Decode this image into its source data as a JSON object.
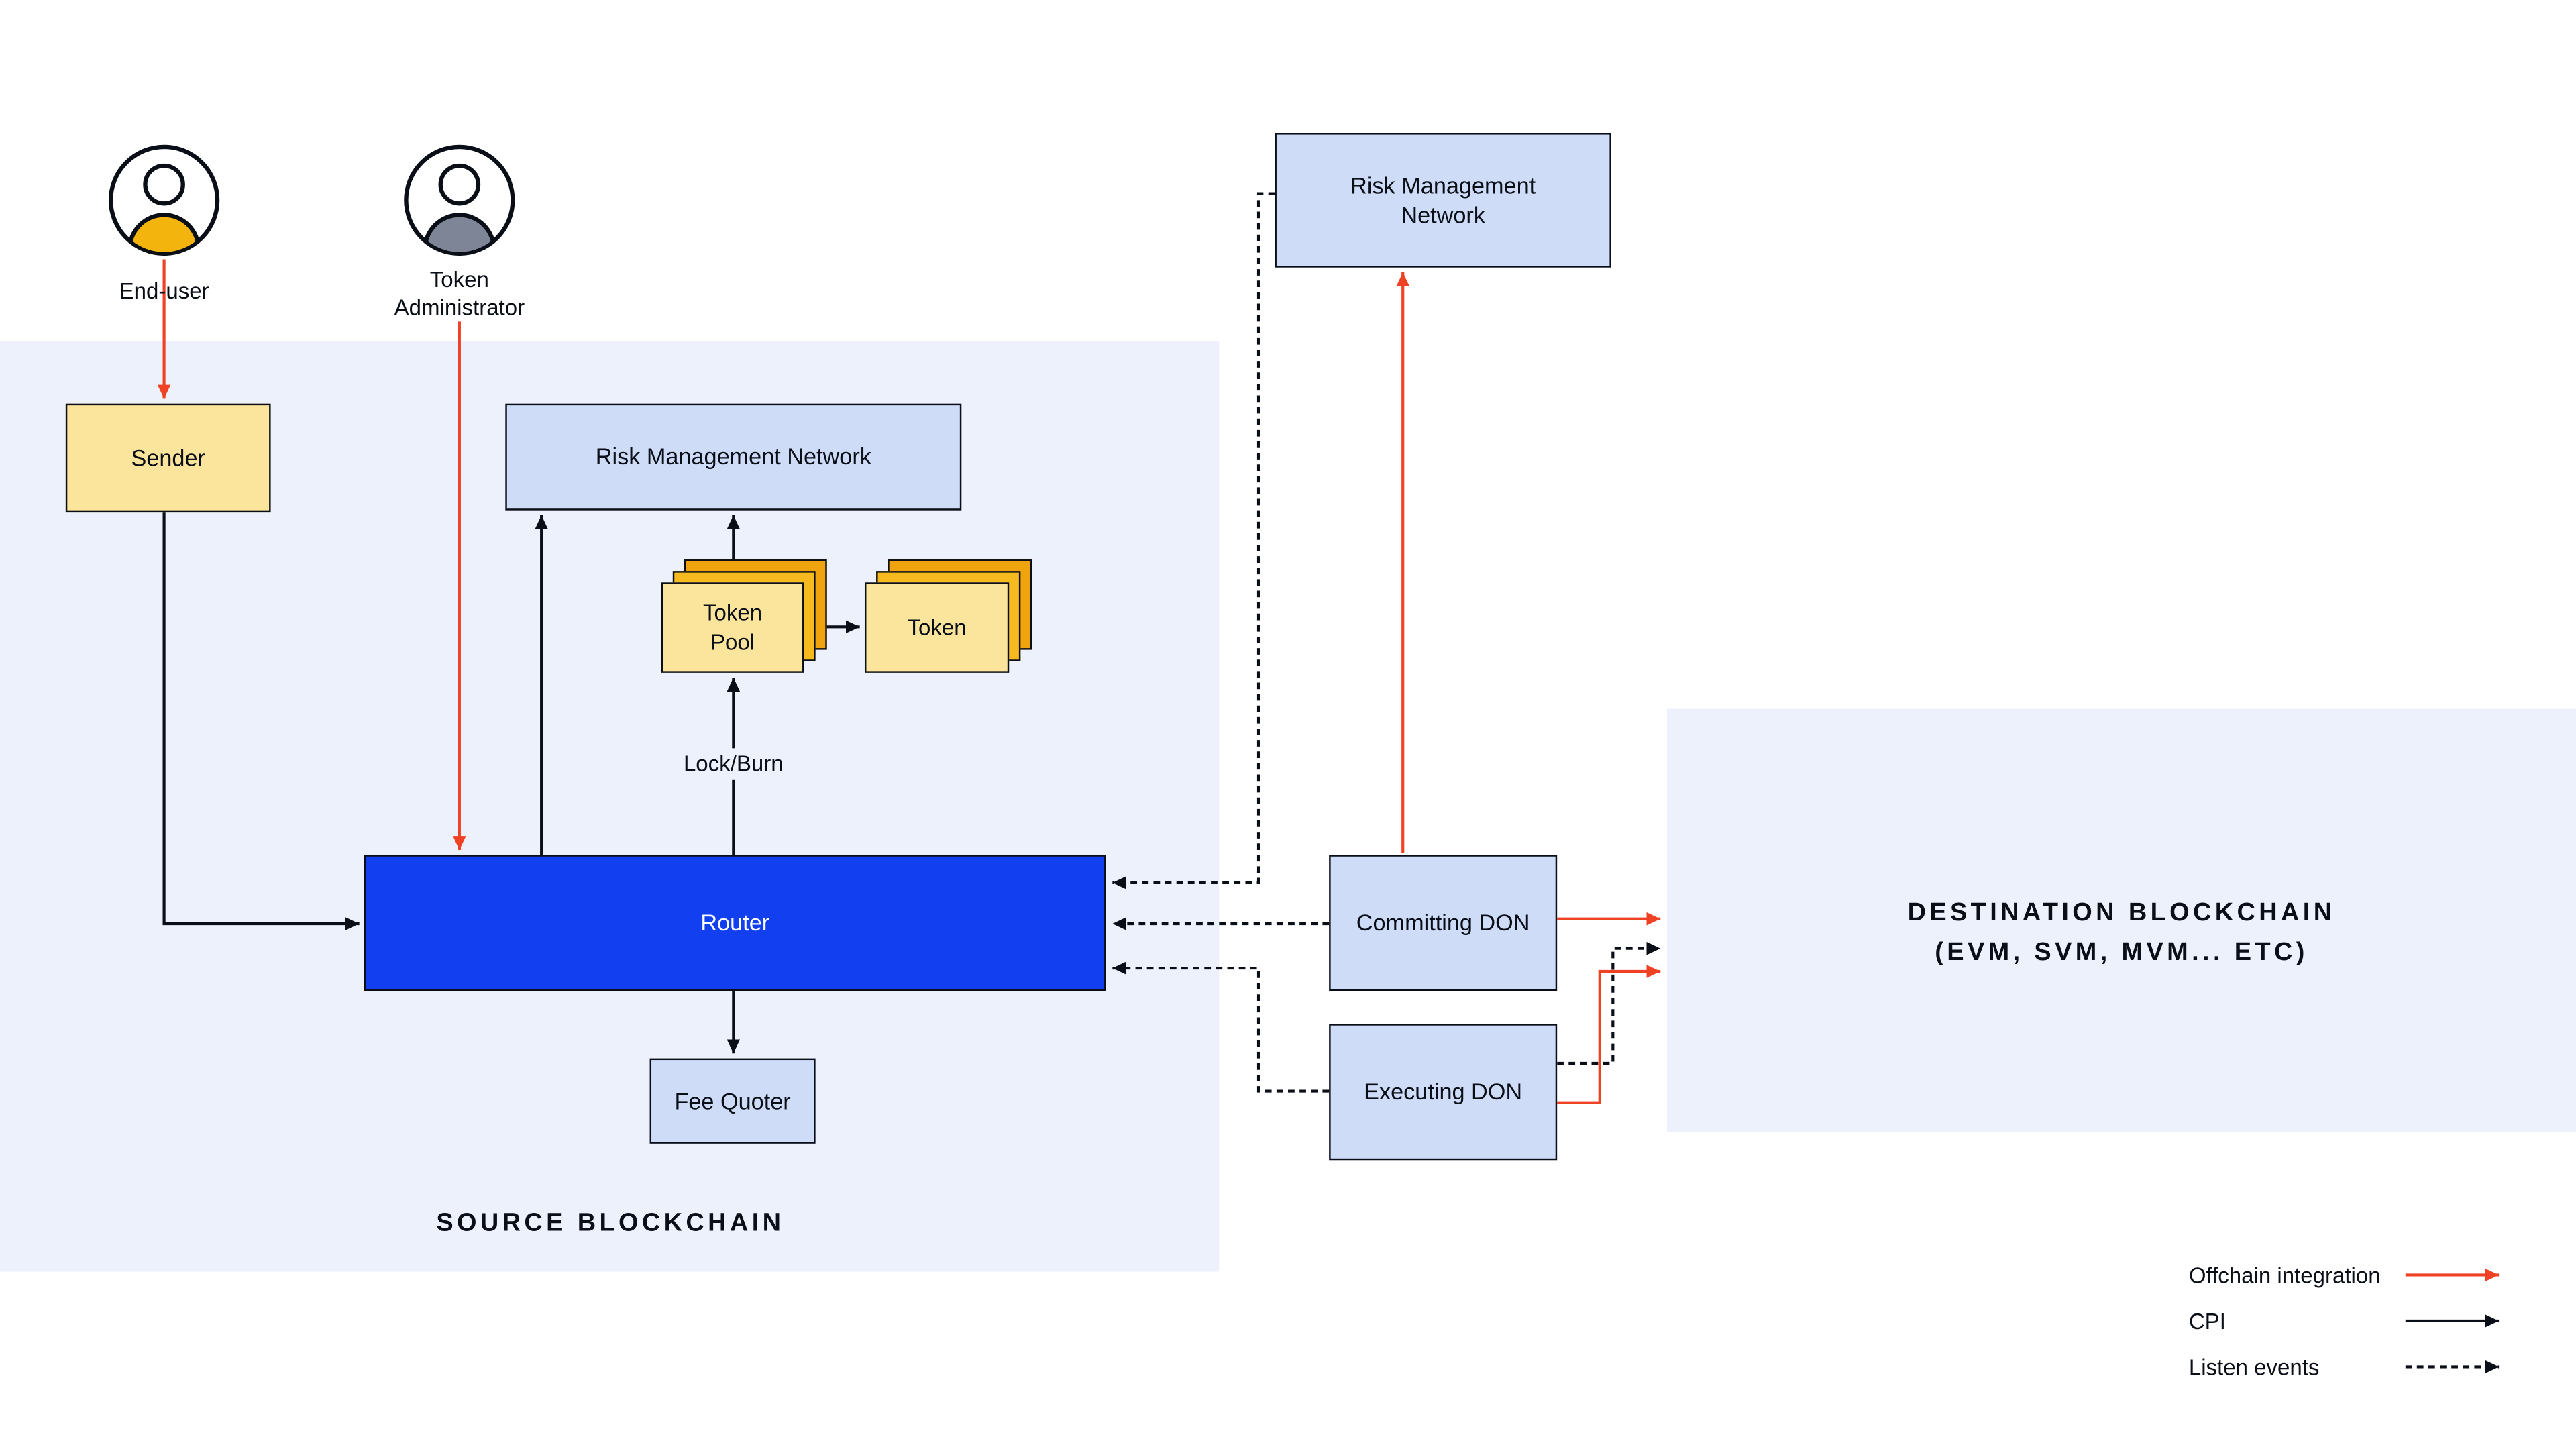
{
  "diagram": {
    "actors": {
      "end_user": "End-user",
      "token_administrator": "Token Administrator"
    },
    "source_chain": {
      "region_title": "SOURCE BLOCKCHAIN",
      "sender": "Sender",
      "risk_management_network": "Risk Management Network",
      "token_pool": "Token Pool",
      "token": "Token",
      "lock_burn_label": "Lock/Burn",
      "router": "Router",
      "fee_quoter": "Fee Quoter"
    },
    "offchain": {
      "risk_management_network": "Risk Management Network",
      "committing_don": "Committing DON",
      "executing_don": "Executing DON"
    },
    "destination_chain": {
      "region_title": "DESTINATION BLOCKCHAIN",
      "region_subtitle": "(EVM, SVM, MVM... ETC)"
    },
    "legend": {
      "offchain_integration": "Offchain integration",
      "cpi": "CPI",
      "listen_events": "Listen events"
    },
    "colors": {
      "region_bg": "#EDF1FB",
      "node_blue_bg": "#CEDCF8",
      "node_yellow_bg": "#FBE49B",
      "stack_amber": "#F7BA1E",
      "stack_orange": "#EFA30C",
      "router_blue": "#1240F0",
      "arrow_red": "#EF4123",
      "arrow_black": "#0A0E17",
      "end_user_fill": "#F3B40D",
      "admin_fill": "#7D8596"
    },
    "edges": [
      {
        "from": "End-user",
        "to": "Sender",
        "type": "offchain-integration"
      },
      {
        "from": "Token Administrator",
        "to": "Router",
        "type": "offchain-integration"
      },
      {
        "from": "Sender",
        "to": "Router",
        "type": "cpi"
      },
      {
        "from": "Router",
        "to": "Risk Management Network (source)",
        "type": "cpi"
      },
      {
        "from": "Router",
        "to": "Token Pool",
        "type": "cpi",
        "label": "Lock/Burn"
      },
      {
        "from": "Token Pool",
        "to": "Risk Management Network (source)",
        "type": "cpi"
      },
      {
        "from": "Token Pool",
        "to": "Token",
        "type": "cpi"
      },
      {
        "from": "Router",
        "to": "Fee Quoter",
        "type": "cpi"
      },
      {
        "from": "Risk Management Network (offchain)",
        "to": "Router",
        "type": "listen-events"
      },
      {
        "from": "Committing DON",
        "to": "Router",
        "type": "listen-events"
      },
      {
        "from": "Executing DON",
        "to": "Router",
        "type": "listen-events"
      },
      {
        "from": "Committing DON",
        "to": "Risk Management Network (offchain)",
        "type": "offchain-integration"
      },
      {
        "from": "Committing DON",
        "to": "Destination Blockchain",
        "type": "offchain-integration"
      },
      {
        "from": "Executing DON",
        "to": "Destination Blockchain",
        "type": "listen-events"
      },
      {
        "from": "Executing DON",
        "to": "Destination Blockchain",
        "type": "offchain-integration"
      }
    ]
  }
}
